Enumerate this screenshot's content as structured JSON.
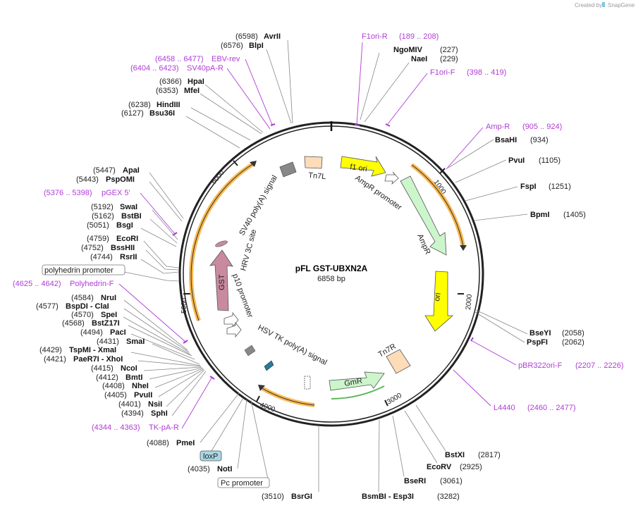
{
  "brand": {
    "created_by": "Created by",
    "name": "SnapGene"
  },
  "plasmid": {
    "name": "pFL GST-UBXN2A",
    "length": "6858 bp"
  },
  "ticks": [
    "1000",
    "2000",
    "3000",
    "4000",
    "5000",
    "6000"
  ],
  "sites_left": [
    {
      "pos": "(6598)",
      "name": "AvrII"
    },
    {
      "pos": "(6576)",
      "name": "BlpI"
    },
    {
      "pos": "(6366)",
      "name": "HpaI"
    },
    {
      "pos": "(6353)",
      "name": "MfeI"
    },
    {
      "pos": "(6238)",
      "name": "HindIII"
    },
    {
      "pos": "(6127)",
      "name": "Bsu36I"
    },
    {
      "pos": "(5447)",
      "name": "ApaI"
    },
    {
      "pos": "(5443)",
      "name": "PspOMI"
    },
    {
      "pos": "(5192)",
      "name": "SwaI"
    },
    {
      "pos": "(5162)",
      "name": "BstBI"
    },
    {
      "pos": "(5051)",
      "name": "BsgI"
    },
    {
      "pos": "(4759)",
      "name": "EcoRI"
    },
    {
      "pos": "(4752)",
      "name": "BssHII"
    },
    {
      "pos": "(4744)",
      "name": "RsrII"
    },
    {
      "pos": "(4584)",
      "name": "NruI"
    },
    {
      "pos": "(4577)",
      "name": "BspDI - ClaI"
    },
    {
      "pos": "(4570)",
      "name": "SpeI"
    },
    {
      "pos": "(4568)",
      "name": "BstZ17I"
    },
    {
      "pos": "(4494)",
      "name": "PacI"
    },
    {
      "pos": "(4431)",
      "name": "SmaI"
    },
    {
      "pos": "(4429)",
      "name": "TspMI - XmaI"
    },
    {
      "pos": "(4421)",
      "name": "PaeR7I - XhoI"
    },
    {
      "pos": "(4415)",
      "name": "NcoI"
    },
    {
      "pos": "(4412)",
      "name": "BmtI"
    },
    {
      "pos": "(4408)",
      "name": "NheI"
    },
    {
      "pos": "(4405)",
      "name": "PvuII"
    },
    {
      "pos": "(4401)",
      "name": "NsiI"
    },
    {
      "pos": "(4394)",
      "name": "SphI"
    },
    {
      "pos": "(4088)",
      "name": "PmeI"
    },
    {
      "pos": "(4035)",
      "name": "NotI"
    },
    {
      "pos": "(3510)",
      "name": "BsrGI"
    }
  ],
  "sites_right": [
    {
      "name": "NgoMIV",
      "pos": "(227)"
    },
    {
      "name": "NaeI",
      "pos": "(229)"
    },
    {
      "name": "BsaHI",
      "pos": "(934)"
    },
    {
      "name": "PvuI",
      "pos": "(1105)"
    },
    {
      "name": "FspI",
      "pos": "(1251)"
    },
    {
      "name": "BpmI",
      "pos": "(1405)"
    },
    {
      "name": "BseYI",
      "pos": "(2058)"
    },
    {
      "name": "PspFI",
      "pos": "(2062)"
    },
    {
      "name": "BstXI",
      "pos": "(2817)"
    },
    {
      "name": "EcoRV",
      "pos": "(2925)"
    },
    {
      "name": "BseRI",
      "pos": "(3061)"
    },
    {
      "name": "BsmBI - Esp3I",
      "pos": "(3282)"
    }
  ],
  "primers": [
    {
      "name": "F1ori-R",
      "range": "(189 .. 208)"
    },
    {
      "name": "F1ori-F",
      "range": "(398 .. 419)"
    },
    {
      "name": "Amp-R",
      "range": "(905 .. 924)"
    },
    {
      "name": "pBR322ori-F",
      "range": "(2207 .. 2226)"
    },
    {
      "name": "L4440",
      "range": "(2460 .. 2477)"
    },
    {
      "name": "EBV-rev",
      "range": "(6458 .. 6477)"
    },
    {
      "name": "SV40pA-R",
      "range": "(6404 .. 6423)"
    },
    {
      "name": "pGEX 5'",
      "range": "(5376 .. 5398)"
    },
    {
      "name": "Polyhedrin-F",
      "range": "(4625 .. 4642)"
    },
    {
      "name": "TK-pA-R",
      "range": "(4344 .. 4363)"
    }
  ],
  "boxed_labels": [
    "polyhedrin promoter",
    "loxP",
    "Pc promoter"
  ],
  "features": [
    "f1 ori",
    "AmpR promoter",
    "AmpR",
    "ori",
    "Tn7R",
    "GmR",
    "HSV TK poly(A) signal",
    "p10 promoter",
    "GST",
    "HRV 3C site",
    "SV40 poly(A) signal",
    "Tn7L"
  ],
  "colors": {
    "primer": "#b03cd6",
    "f1ori": "#ffff00",
    "ori": "#ffff00",
    "ampr": "#ccf5cc",
    "gst": "#c98aa0",
    "tn7": "#ffdcb8",
    "orf": "#f5a623",
    "loxp": "#a8d8e6"
  }
}
